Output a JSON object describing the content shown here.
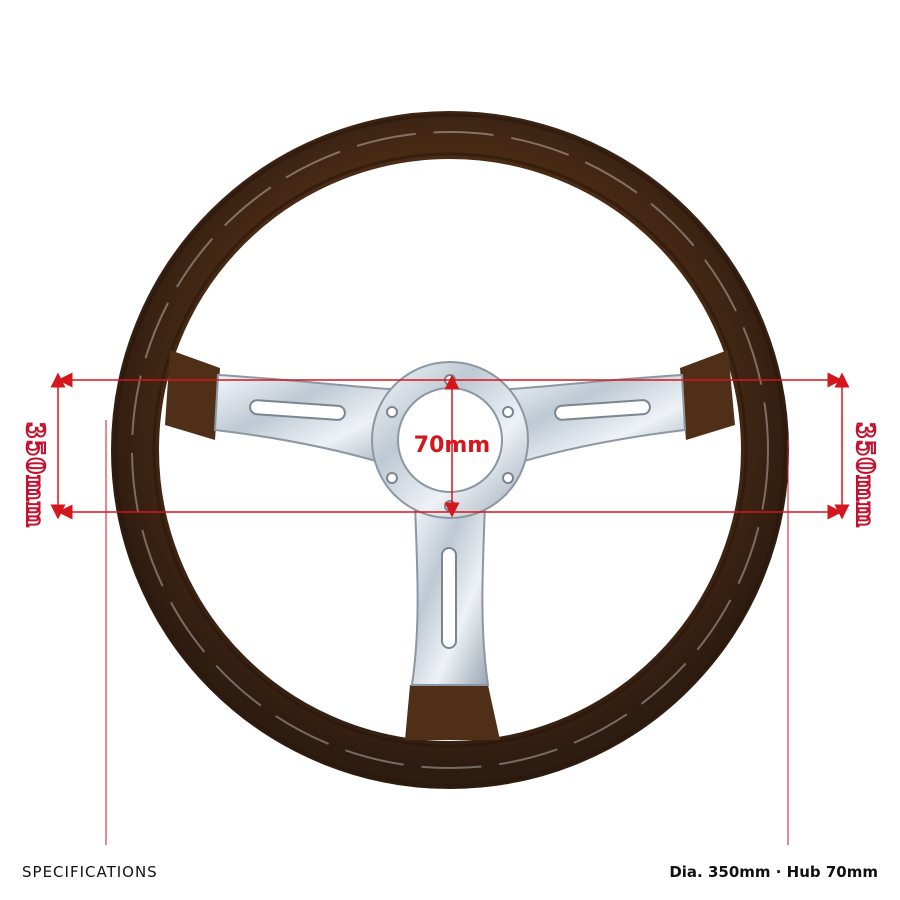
{
  "measurements": {
    "diameter_left": "350mm",
    "diameter_right": "350mm",
    "hub": "70mm"
  },
  "footer": {
    "left": "SPECIFICATIONS",
    "right": "Dia. 350mm · Hub 70mm"
  },
  "colors": {
    "wood_dark": "#3a2415",
    "wood_mid": "#6b3e1f",
    "chrome": "#d9e2ea",
    "dimension": "#d4161d"
  }
}
